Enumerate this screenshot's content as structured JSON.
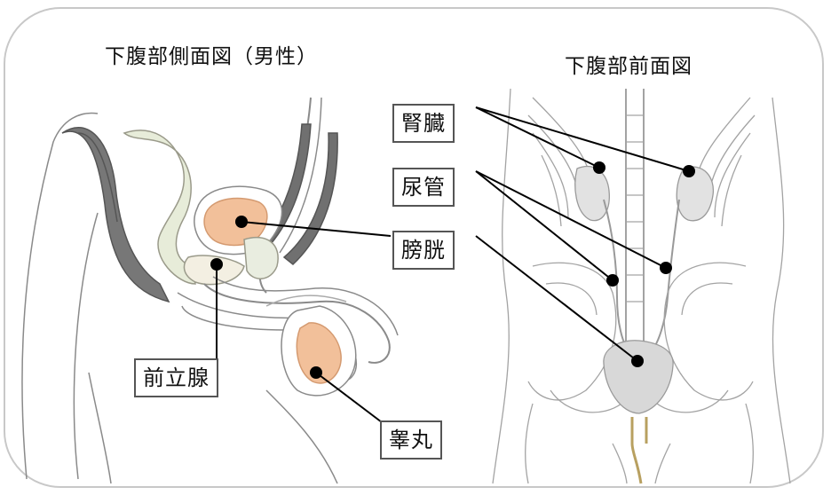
{
  "titles": {
    "side": "下腹部側面図（男性）",
    "front": "下腹部前面図"
  },
  "labels": {
    "kidney": "腎臓",
    "ureter": "尿管",
    "bladder": "膀胱",
    "prostate": "前立腺",
    "testis": "睾丸"
  },
  "colors": {
    "organ_fill": "#f2c09a",
    "bladder_tint": "#f0b184",
    "outline": "#8a8a8a",
    "pointer": "#000000",
    "dark_tissue": "#777777"
  }
}
